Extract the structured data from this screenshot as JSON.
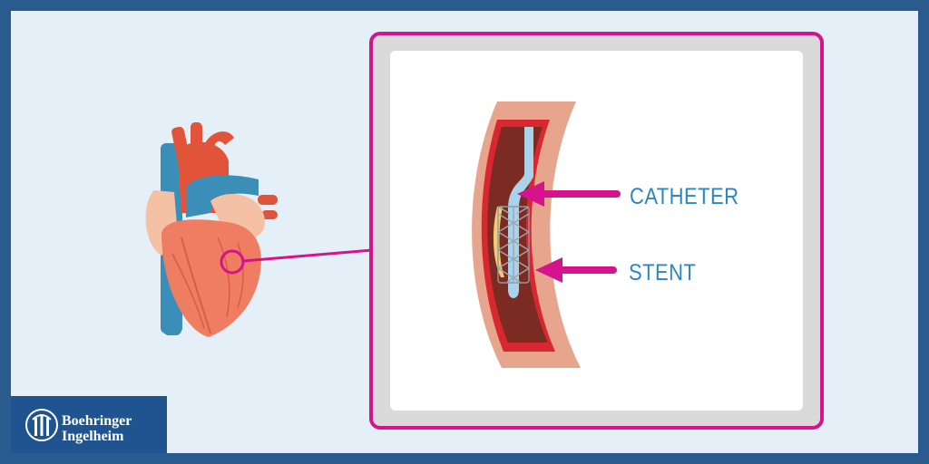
{
  "labels": {
    "catheter": "CATHETER",
    "stent": "STENT"
  },
  "logo": {
    "line1": "Boehringer",
    "line2": "Ingelheim"
  },
  "colors": {
    "border": "#2a5b8f",
    "background": "#e4eff7",
    "accent_magenta": "#d6138c",
    "label_blue": "#2a87c0",
    "vessel_wall": "#e8a58d",
    "catheter": "#a8d3ea"
  }
}
